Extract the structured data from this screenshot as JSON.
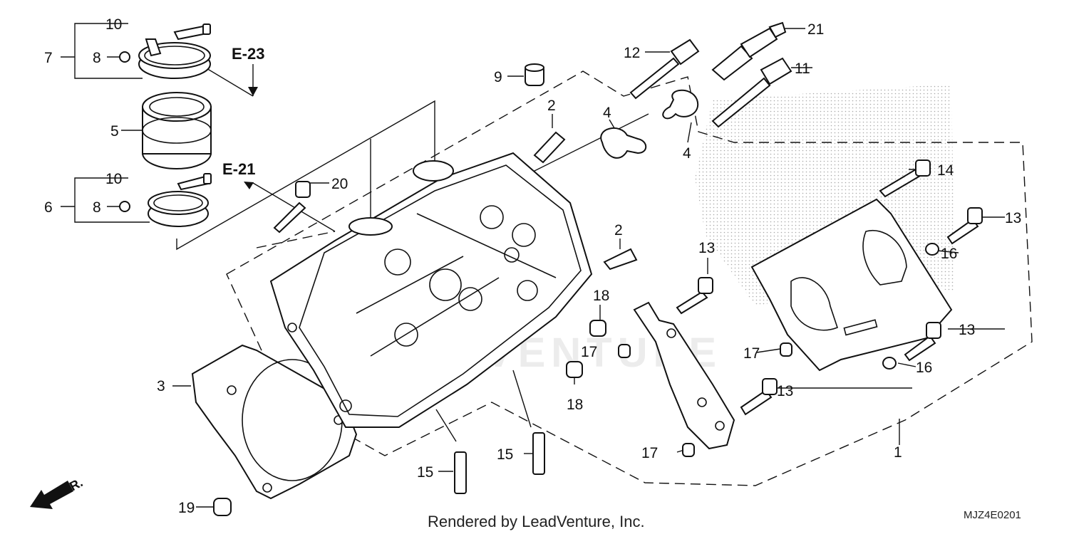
{
  "diagram": {
    "callouts": [
      {
        "id": "c1",
        "label": "1"
      },
      {
        "id": "c2a",
        "label": "2"
      },
      {
        "id": "c2b",
        "label": "2"
      },
      {
        "id": "c3",
        "label": "3"
      },
      {
        "id": "c4a",
        "label": "4"
      },
      {
        "id": "c4b",
        "label": "4"
      },
      {
        "id": "c5",
        "label": "5"
      },
      {
        "id": "c6",
        "label": "6"
      },
      {
        "id": "c7",
        "label": "7"
      },
      {
        "id": "c8a",
        "label": "8"
      },
      {
        "id": "c8b",
        "label": "8"
      },
      {
        "id": "c9",
        "label": "9"
      },
      {
        "id": "c10a",
        "label": "10"
      },
      {
        "id": "c10b",
        "label": "10"
      },
      {
        "id": "c11",
        "label": "11"
      },
      {
        "id": "c12",
        "label": "12"
      },
      {
        "id": "c13a",
        "label": "13"
      },
      {
        "id": "c13b",
        "label": "13"
      },
      {
        "id": "c13c",
        "label": "13"
      },
      {
        "id": "c13d",
        "label": "13"
      },
      {
        "id": "c14",
        "label": "14"
      },
      {
        "id": "c15a",
        "label": "15"
      },
      {
        "id": "c15b",
        "label": "15"
      },
      {
        "id": "c16a",
        "label": "16"
      },
      {
        "id": "c16b",
        "label": "16"
      },
      {
        "id": "c17a",
        "label": "17"
      },
      {
        "id": "c17b",
        "label": "17"
      },
      {
        "id": "c17c",
        "label": "17"
      },
      {
        "id": "c18a",
        "label": "18"
      },
      {
        "id": "c18b",
        "label": "18"
      },
      {
        "id": "c19",
        "label": "19"
      },
      {
        "id": "c20",
        "label": "20"
      },
      {
        "id": "c21",
        "label": "21"
      }
    ],
    "references": [
      {
        "id": "ref-e23",
        "label": "E-23"
      },
      {
        "id": "ref-e21",
        "label": "E-21"
      }
    ],
    "front_label": "FR.",
    "credit": "Rendered by LeadVenture, Inc.",
    "diagram_code": "MJZ4E0201",
    "watermark": "LEADVENTURE"
  }
}
